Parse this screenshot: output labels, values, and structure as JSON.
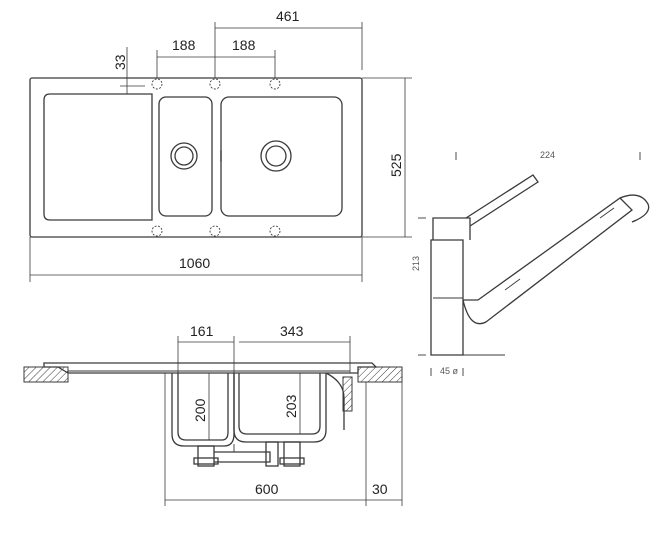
{
  "dimensions": {
    "top_overall_half": "461",
    "hole_spacing_left": "188",
    "hole_spacing_right": "188",
    "edge_offset": "33",
    "depth": "525",
    "width": "1060",
    "small_bowl_width": "161",
    "large_bowl_width": "343",
    "small_bowl_depth": "200",
    "large_bowl_depth": "203",
    "cabinet_width": "600",
    "counter_thickness": "30"
  },
  "tap": {
    "reach": "224",
    "height": "213",
    "base_diameter": "45 ø"
  }
}
